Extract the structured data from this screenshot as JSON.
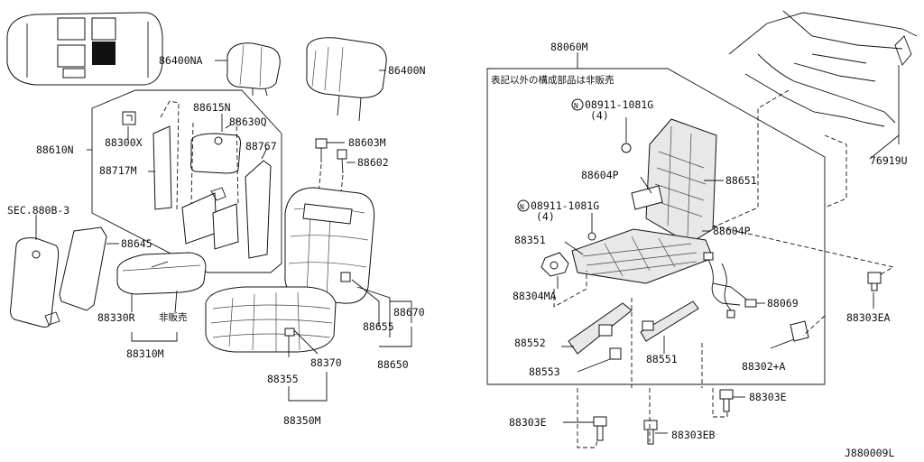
{
  "labels": {
    "p86400NA": "86400NA",
    "p86400N": "86400N",
    "p88610N": "88610N",
    "p88615N": "88615N",
    "p88630Q": "88630Q",
    "p88300X": "88300X",
    "p88717M": "88717M",
    "p88767": "88767",
    "p88603M": "88603M",
    "p88602": "88602",
    "sec": "SEC.880B-3",
    "p88645": "88645",
    "p88330R": "88330R",
    "hihanbai": "非販売",
    "p88310M": "88310M",
    "p88670": "88670",
    "p88655": "88655",
    "p88650": "88650",
    "p88370": "88370",
    "p88355": "88355",
    "p88350M": "88350M",
    "p88060M": "88060M",
    "note": "表記以外の構成部品は非販売",
    "n08911a": "08911-1081G",
    "qty4a": "(4)",
    "n08911b": "08911-1081G",
    "qty4b": "(4)",
    "p88604P_a": "88604P",
    "p88651": "88651",
    "p88604P_b": "88604P",
    "p88351": "88351",
    "p88304MA": "88304MA",
    "p88069": "88069",
    "p88552": "88552",
    "p88551": "88551",
    "p88553": "88553",
    "p76919U": "76919U",
    "p88303EA": "88303EA",
    "p88302A": "88302+A",
    "p88303E_r": "88303E",
    "p88303E_l": "88303E",
    "p88303EB": "88303EB",
    "diagram_id": "J880009L",
    "nut_symbol": "N"
  }
}
